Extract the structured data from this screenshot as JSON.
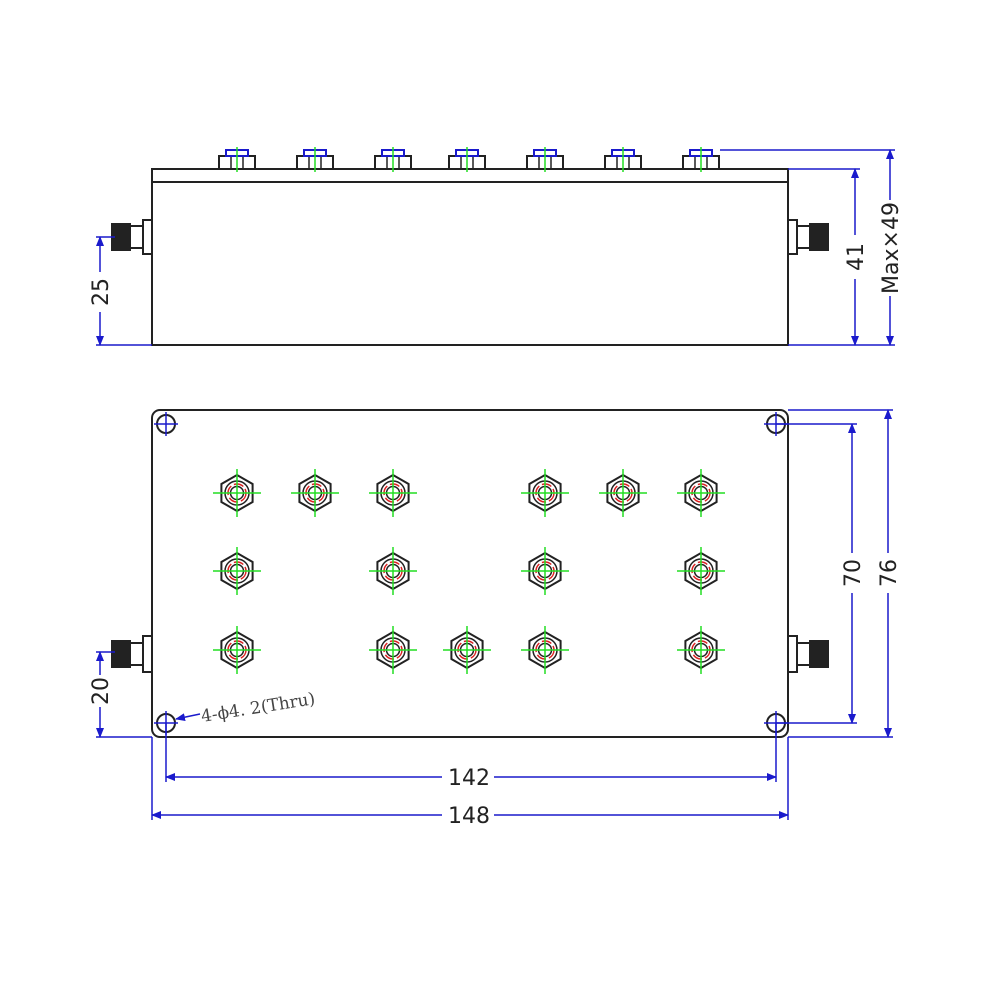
{
  "colors": {
    "outline": "#222222",
    "dimension": "#1a1acc",
    "center": "#22dd22",
    "thread": "#dd2222"
  },
  "side_view": {
    "dim_connector_height": "25",
    "dim_body_height": "41",
    "dim_max_height": "Max×49",
    "top_tuning_screws": 7
  },
  "top_view": {
    "dim_connector_offset": "20",
    "dim_hole_spacing_vertical": "70",
    "dim_body_width": "76",
    "dim_hole_spacing_horizontal": "142",
    "dim_body_length": "148",
    "hole_note": "4-ϕ4. 2(Thru)",
    "tuning_screw_rows": [
      [
        1,
        1,
        1,
        0,
        1,
        1,
        1
      ],
      [
        1,
        0,
        1,
        0,
        1,
        0,
        1
      ],
      [
        1,
        0,
        1,
        1,
        1,
        0,
        1
      ]
    ]
  }
}
